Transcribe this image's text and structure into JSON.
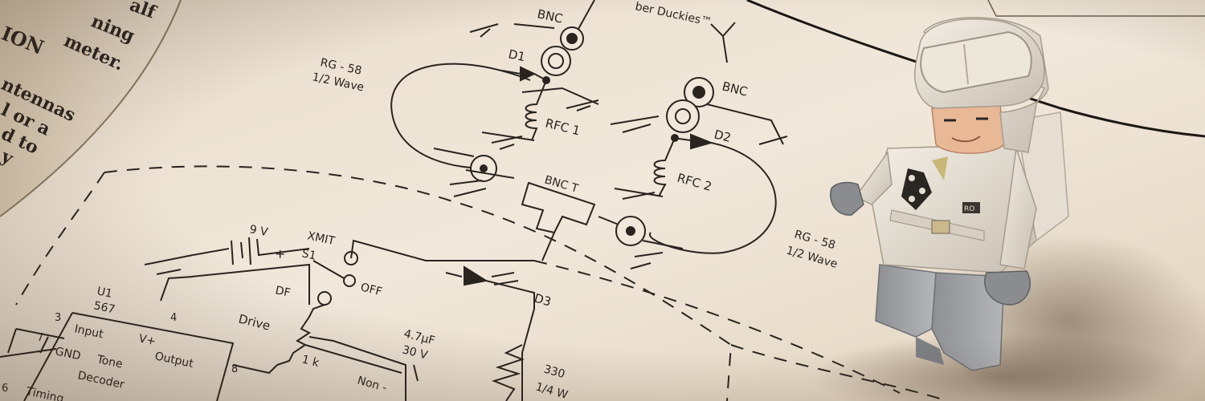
{
  "book_page": {
    "fragments": [
      "alf",
      "ning",
      "meter.",
      "ION",
      "ntennas",
      "l or a",
      "d to",
      "y"
    ]
  },
  "schematic": {
    "antenna_label": "ber Duckies™",
    "labels": {
      "bnc_top": "BNC",
      "bnc_right": "BNC",
      "bnc_t": "BNC T",
      "d1": "D1",
      "d2": "D2",
      "d3": "D3",
      "rfc1": "RFC 1",
      "rfc2": "RFC 2",
      "rg58_left": "RG - 58",
      "half_wave_left": "1/2 Wave",
      "rg58_right": "RG - 58",
      "half_wave_right": "1/2 Wave",
      "battery": "9 V",
      "xmit": "XMIT",
      "s1": "S1",
      "off": "OFF",
      "df": "DF",
      "drive": "Drive",
      "pot": "1 k",
      "cap_value": "4.7µF",
      "cap_voltage": "30 V",
      "resistor_value": "330",
      "resistor_power": "1/4 W",
      "non": "Non -",
      "plus": "+"
    },
    "ic": {
      "ref": "U1",
      "part": "567",
      "pin3": "3",
      "pin4": "4",
      "pin7": "7",
      "pin8": "8",
      "pin6": "6",
      "input": "Input",
      "vplus": "V+",
      "gnd": "GND",
      "tone": "Tone",
      "output": "Output",
      "decoder": "Decoder",
      "timing": "Timing"
    }
  },
  "figurine": {
    "chest_mark": "RO"
  }
}
